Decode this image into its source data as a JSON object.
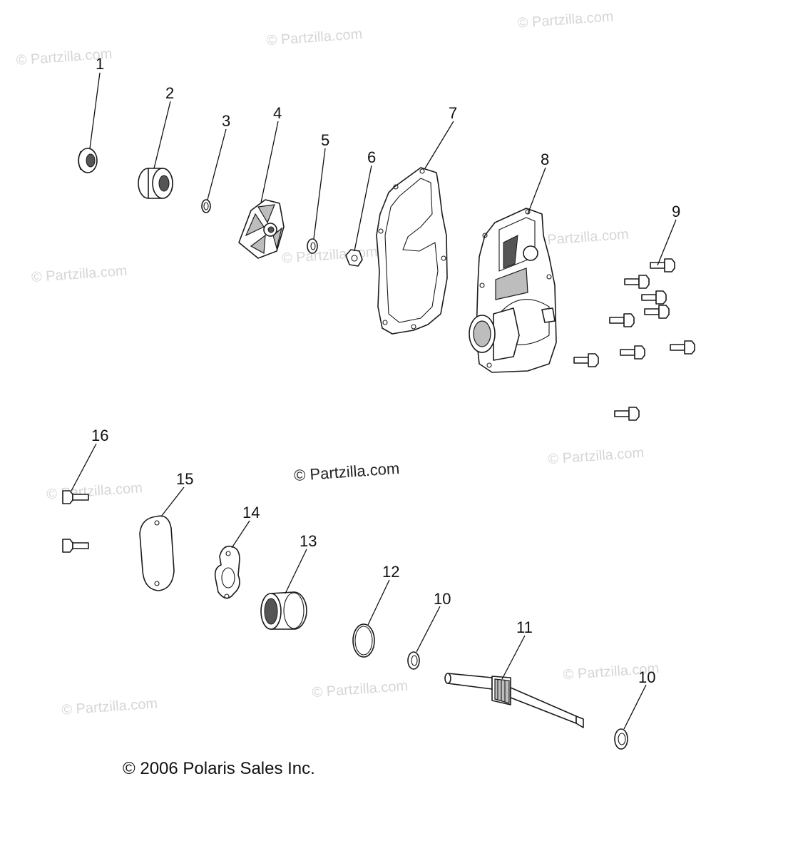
{
  "watermarks": {
    "text": "© Partzilla.com",
    "center_text": "© Partzilla.com"
  },
  "copyright": "© 2006 Polaris Sales Inc.",
  "callouts": {
    "c1": "1",
    "c2": "2",
    "c3": "3",
    "c4": "4",
    "c5": "5",
    "c6": "6",
    "c7": "7",
    "c8": "8",
    "c9": "9",
    "c10a": "10",
    "c10b": "10",
    "c11": "11",
    "c12": "12",
    "c13": "13",
    "c14": "14",
    "c15": "15",
    "c16": "16"
  }
}
